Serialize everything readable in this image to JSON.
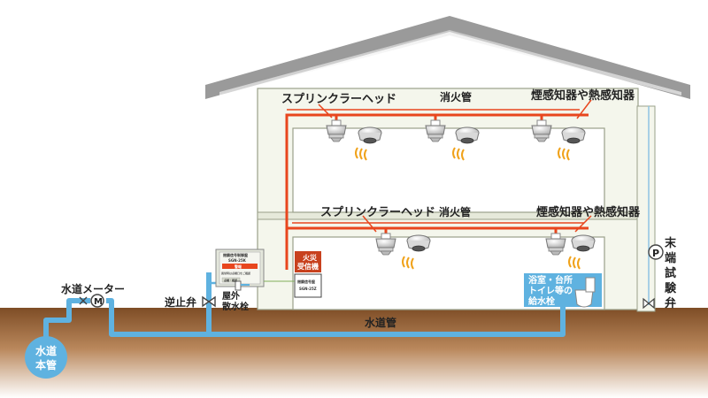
{
  "labels": {
    "sprinkler_head_upper": "スプリンクラーヘッド",
    "fire_pipe_upper": "消火管",
    "detector_upper": "煙感知器や熱感知器",
    "sprinkler_head_lower": "スプリンクラーヘッド",
    "fire_pipe_lower": "消火管",
    "detector_lower": "煙感知器や熱感知器",
    "end_test_valve": [
      "末",
      "端",
      "試",
      "験",
      "弁"
    ],
    "pressure_symbol": "P",
    "water_meter": "水道メーター",
    "meter_symbol": "M",
    "check_valve": "逆止弁",
    "water_pipe": "水道管",
    "main_pipe": [
      "水道",
      "本管"
    ],
    "outdoor_hydrant": [
      "屋外",
      "散水栓"
    ],
    "fire_panel": [
      "火災",
      "受信機"
    ],
    "bath_supply": [
      "浴室・台所",
      "トイレ等の",
      "給水栓"
    ],
    "control_panel_title": "閉鎖信号制御盤",
    "control_panel_model": "SGN-25K",
    "control_panel_button": "警報",
    "control_panel_sub": "異常時は点検口をご確認",
    "control_panel_footer": "点検・確認",
    "alarm_box_title": "閉鎖信号盤",
    "alarm_box_model": "SGN-25Z"
  },
  "colors": {
    "sprinkler_pipe": "#e8461e",
    "water_pipe": "#5fb2e0",
    "ground": "#8a5a32",
    "wall": "#f4f6ec",
    "roof": "#9a9a9a",
    "fire_panel": "#c8411e"
  }
}
